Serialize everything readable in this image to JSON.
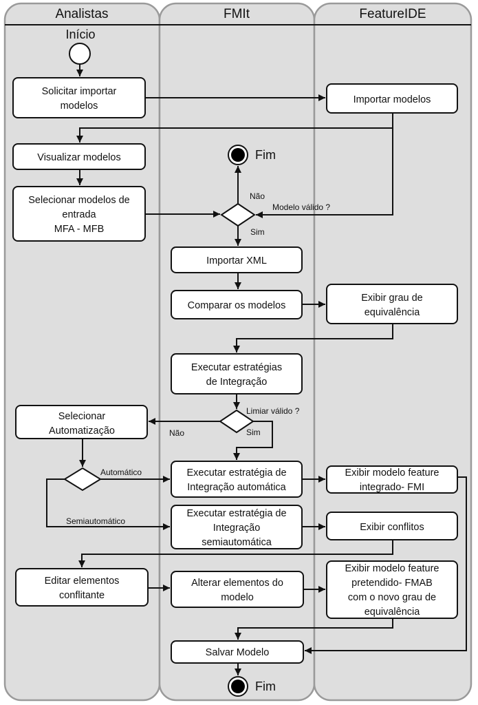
{
  "lanes": {
    "analistas": "Analistas",
    "fmit": "FMIt",
    "featureide": "FeatureIDE"
  },
  "start_label": "Início",
  "end_label": "Fim",
  "nodes": {
    "solicitar": [
      "Solicitar importar",
      "modelos"
    ],
    "importar_modelos": [
      "Importar modelos"
    ],
    "visualizar": [
      "Visualizar  modelos"
    ],
    "selecionar_modelos": [
      "Selecionar modelos de",
      "entrada",
      "MFA - MFB"
    ],
    "importar_xml": [
      "Importar XML"
    ],
    "comparar": [
      "Comparar os modelos"
    ],
    "exibir_grau": [
      "Exibir grau de",
      "equivalência"
    ],
    "executar_estrategias": [
      "Executar estratégias",
      "de Integração"
    ],
    "selecionar_auto": [
      "Selecionar",
      "Automatização"
    ],
    "exec_auto": [
      "Executar estratégia de",
      "Integração automática"
    ],
    "exibir_integrado": [
      "Exibir modelo feature",
      "integrado- FMI"
    ],
    "exec_semi": [
      "Executar estratégia de",
      "Integração",
      "semiautomática"
    ],
    "exibir_conflitos": [
      "Exibir conflitos"
    ],
    "editar": [
      "Editar elementos",
      "conflitante"
    ],
    "alterar": [
      "Alterar elementos do",
      "modelo"
    ],
    "exibir_pretendido": [
      "Exibir modelo feature",
      "pretendido- FMAB",
      "com o novo grau de",
      "equivalência"
    ],
    "salvar": [
      "Salvar Modelo"
    ]
  },
  "labels": {
    "nao_1": "Não",
    "modelo_valido": "Modelo válido ?",
    "sim_1": "Sim",
    "limiar_valido": "Limiar válido ?",
    "nao_2": "Não",
    "sim_2": "Sim",
    "automatico": "Automático",
    "semiautomatico": "Semiautomático"
  }
}
